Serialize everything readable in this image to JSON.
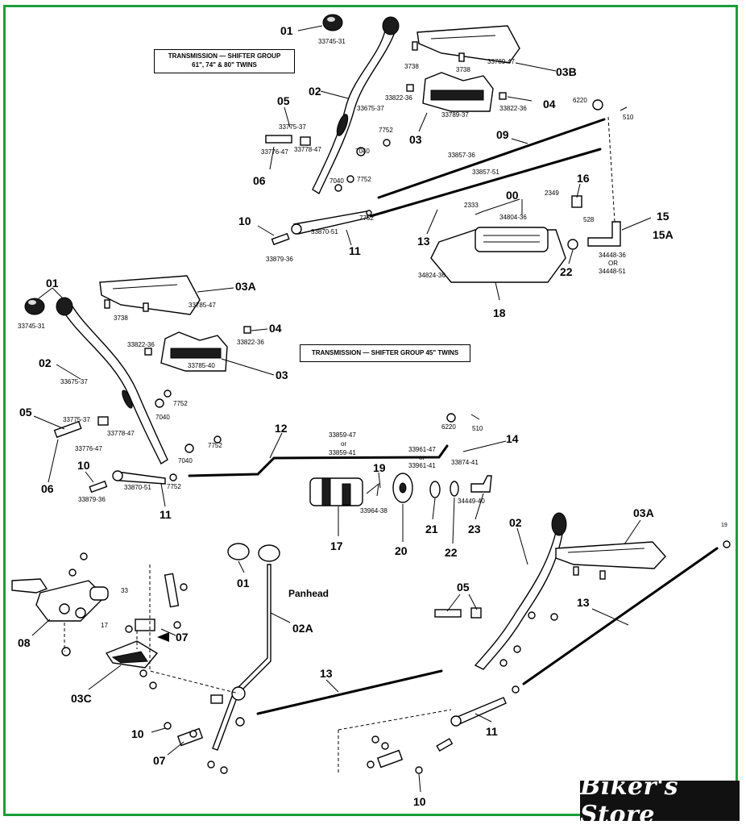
{
  "boxes": {
    "top_title_line1": "TRANSMISSION — SHIFTER GROUP",
    "top_title_line2": "61\", 74\" & 80\" TWINS",
    "mid_title": "TRANSMISSION — SHIFTER GROUP 45\" TWINS"
  },
  "panhead_label": "Panhead",
  "logo_text": "Biker's Store",
  "colors": {
    "frame": "#1a9e3a",
    "logo_bg": "#111111"
  },
  "callouts": {
    "c01a": "01",
    "c03b": "03B",
    "c02a": "02",
    "c04a": "04",
    "c05a": "05",
    "c03a": "03",
    "c09": "09",
    "c06a": "06",
    "c16": "16",
    "c00": "00",
    "c10a": "10",
    "c13a": "13",
    "c11a": "11",
    "c15": "15",
    "c15a": "15A",
    "c22a": "22",
    "c18": "18",
    "c01b": "01",
    "c03Ab": "03A",
    "c04b": "04",
    "c02b": "02",
    "c03bb": "03",
    "c05b": "05",
    "c12": "12",
    "c14": "14",
    "c06b": "06",
    "c10b": "10",
    "c19": "19",
    "c11b": "11",
    "c17": "17",
    "c20": "20",
    "c21": "21",
    "c22b": "22",
    "c23": "23",
    "c02c": "02",
    "c03Ac": "03A",
    "c05c": "05",
    "c13c": "13",
    "c19c": "19",
    "c11c": "11",
    "c10c": "10",
    "c01c": "01",
    "c02A": "02A",
    "c08": "08",
    "c07a": "07",
    "c03C": "03C",
    "c13d": "13",
    "c10d": "10",
    "c07b": "07"
  },
  "part_numbers": {
    "p33745a": "33745-31",
    "p3738a": "3738",
    "p3738b": "3738",
    "p33789_47": "33789-47",
    "p33822a": "33822-36",
    "p33822b": "33822-36",
    "p33675a": "33675-37",
    "p33789_37": "33789-37",
    "p33775a": "33775-37",
    "p7752a": "7752",
    "p33776a": "33776-47",
    "p33778a": "33778-47",
    "p7040a": "7040",
    "p6220a": "6220",
    "p510a": "510",
    "p33857_36": "33857-36",
    "p33857_51": "33857-51",
    "p7040b": "7040",
    "p7752b": "7752",
    "p2333": "2333",
    "p2349": "2349",
    "p34804": "34804-36",
    "p528": "528",
    "p7752c": "7752",
    "p33870a": "33870-51",
    "p33879a": "33879-36",
    "p34448_36": "34448-36",
    "p_or1": "OR",
    "p34448_51": "34448-51",
    "p34824": "34824-36",
    "p33745b": "33745-31",
    "p3738c": "3738",
    "p33785_47": "33785-47",
    "p33822c": "33822-36",
    "p33822d": "33822-36",
    "p33675b": "33675-37",
    "p33785_40": "33785-40",
    "p7752d": "7752",
    "p7040c": "7040",
    "p33775b": "33775-37",
    "p33778b": "33778-47",
    "p33776b": "33776-47",
    "p7752e": "7752",
    "p7040d": "7040",
    "p7752f": "7752",
    "p6220b": "6220",
    "p510b": "510",
    "p33859_47": "33859-47",
    "p_or2": "or",
    "p33859_41": "33859-41",
    "p33961_47": "33961-47",
    "p_or3": "or",
    "p33961_41": "33961-41",
    "p33874": "33874-41",
    "p33870b": "33870-51",
    "p33879b": "33879-36",
    "p33964": "33964-38",
    "p34449": "34449-40",
    "p33": "33",
    "p17": "17"
  }
}
